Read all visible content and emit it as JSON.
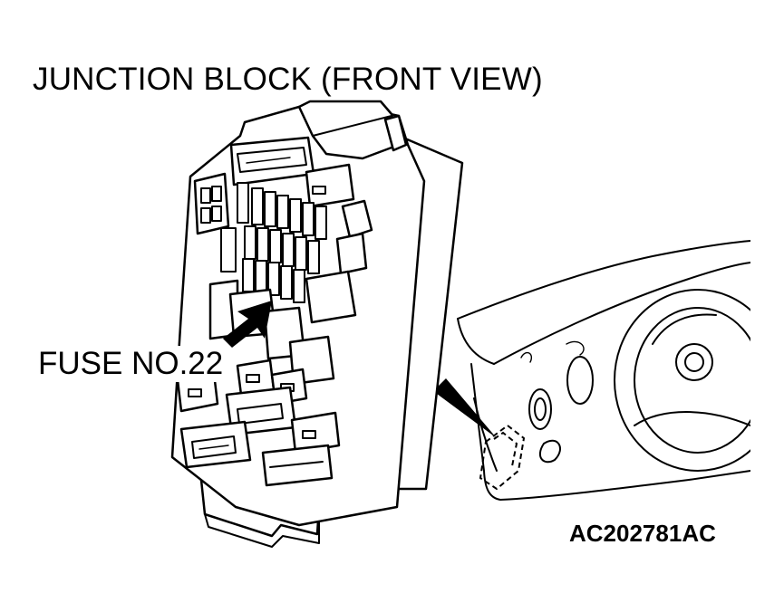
{
  "title": "JUNCTION BLOCK (FRONT VIEW)",
  "callout": "FUSE NO.22",
  "figure_code": "AC202781AC"
}
